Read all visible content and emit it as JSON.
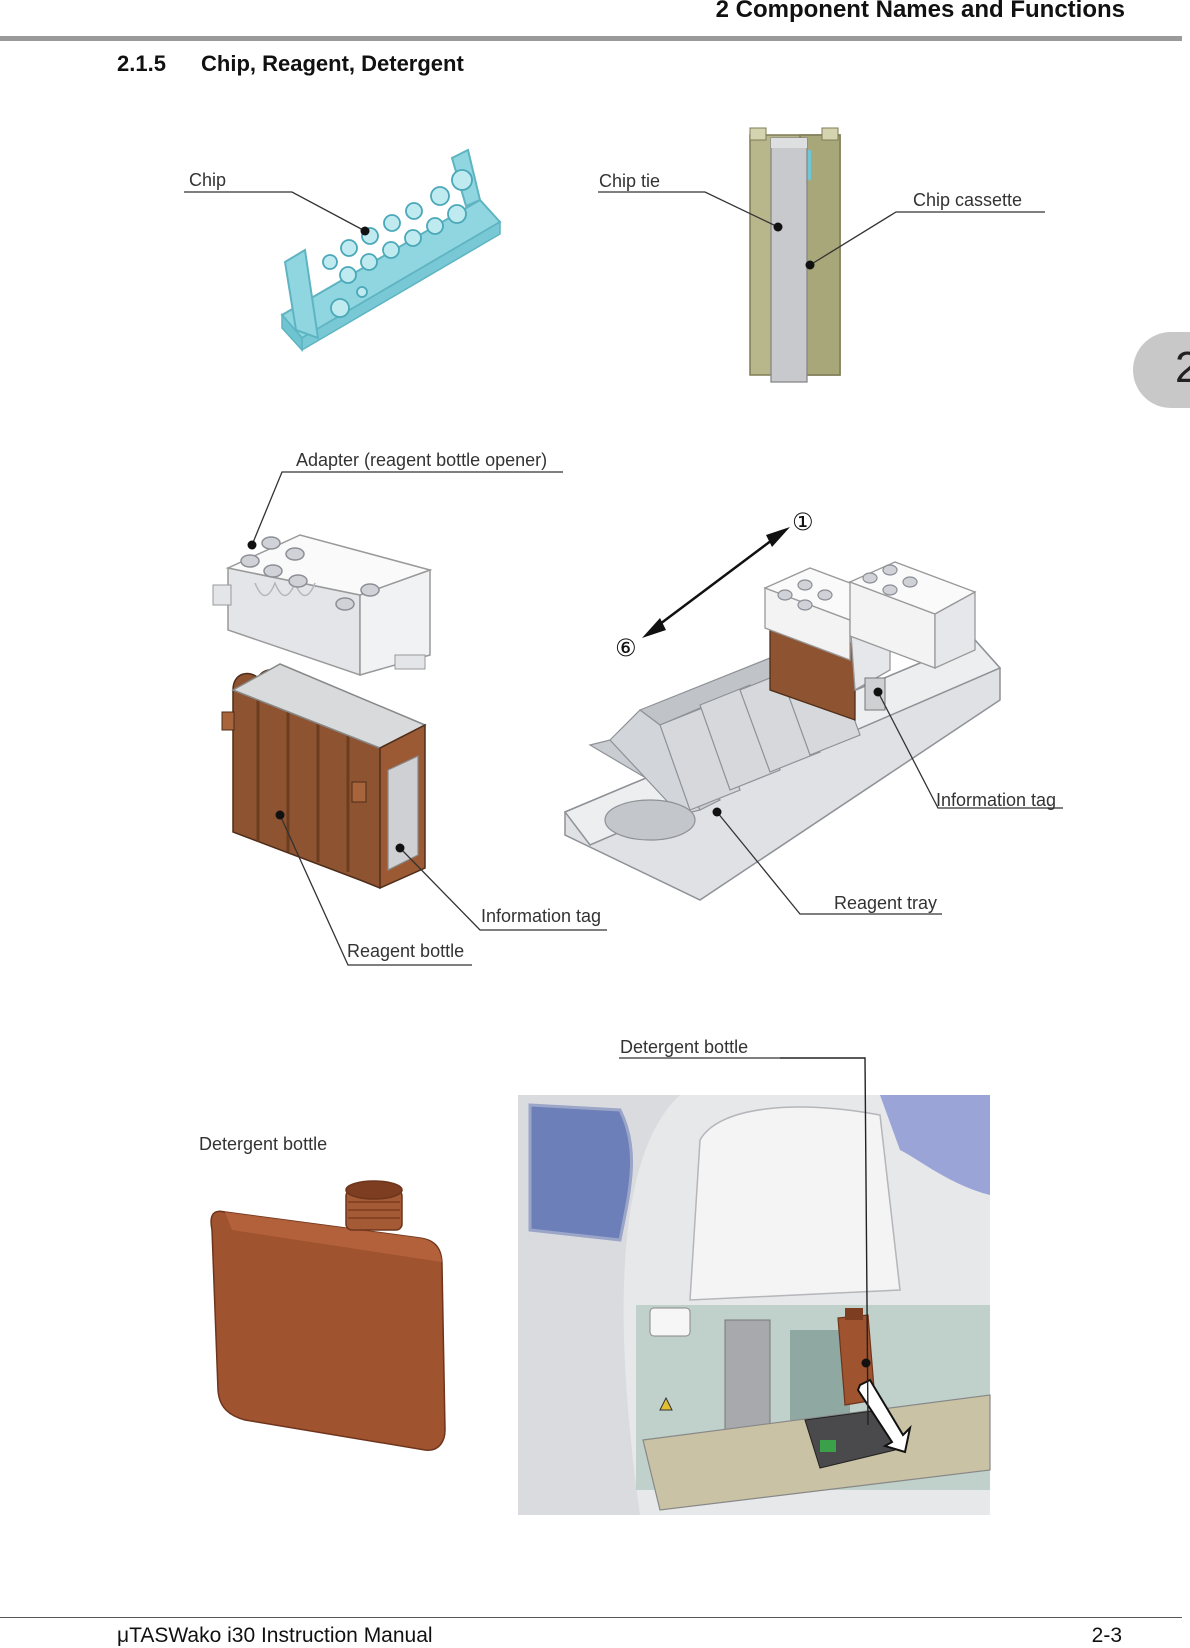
{
  "header": {
    "title": "2 Component Names and Functions"
  },
  "section": {
    "number": "2.1.5",
    "title": "Chip, Reagent, Detergent"
  },
  "chapter_tab": "2",
  "figure1": {
    "labels": {
      "chip": "Chip",
      "chip_tie": "Chip tie",
      "chip_cassette": "Chip cassette"
    }
  },
  "figure2": {
    "labels": {
      "adapter": "Adapter (reagent bottle opener)",
      "info_tag_left": "Information tag",
      "reagent_bottle": "Reagent bottle",
      "info_tag_right": "Information tag",
      "reagent_tray": "Reagent tray",
      "marker_1": "①",
      "marker_6": "⑥"
    }
  },
  "figure3": {
    "labels": {
      "detergent_bottle_left": "Detergent bottle",
      "detergent_bottle_right": "Detergent bottle"
    }
  },
  "colors": {
    "chip": "#8fd6e0",
    "reagent_bottle": "#8e5330",
    "detergent_bottle": "#a0532f",
    "cassette": "#a8a77a",
    "screen": "#6c7fb8"
  },
  "footer": {
    "left": "μTASWako i30  Instruction Manual",
    "right": "2-3"
  }
}
